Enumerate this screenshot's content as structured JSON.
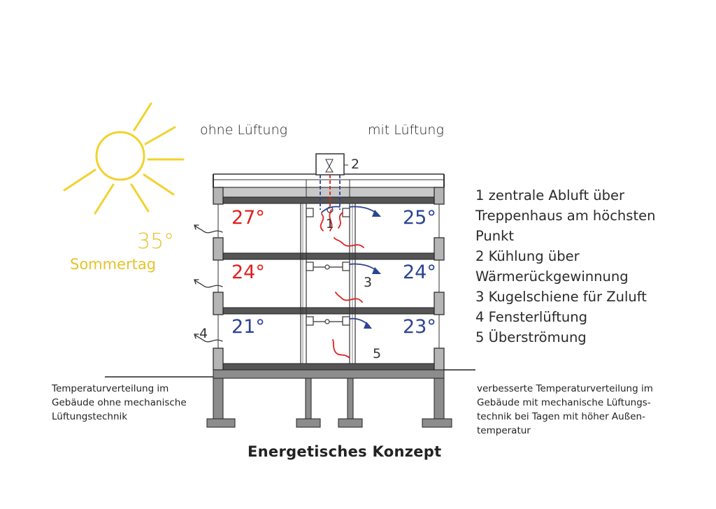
{
  "headers": {
    "left": "ohne Lüftung",
    "right": "mit Lüftung"
  },
  "sun": {
    "temperature": "35°",
    "label": "Sommertag",
    "color": "#f2d22e"
  },
  "temperatures": {
    "left": [
      "27°",
      "24°",
      "21°"
    ],
    "right": [
      "25°",
      "24°",
      "23°"
    ],
    "warm_color": "#e02020",
    "cool_color": "#2b4393"
  },
  "markers": [
    "1",
    "2",
    "3",
    "4",
    "5"
  ],
  "legend": [
    "1 zentrale Abluft über",
    "Treppenhaus am höchsten",
    "Punkt",
    "2 Kühlung über",
    "Wärmerückgewinnung",
    "3 Kugelschiene für Zuluft",
    "4 Fensterlüftung",
    "5 Überströmung"
  ],
  "note_left": [
    "Temperaturverteilung im",
    "Gebäude ohne mechanische",
    "Lüftungstechnik"
  ],
  "note_right": [
    "verbesserte Temperaturverteilung im",
    "Gebäude mit mechanische Lüftungs-",
    "technik bei Tagen mit höher Außen-",
    "temperatur"
  ],
  "title": "Energetisches Konzept"
}
